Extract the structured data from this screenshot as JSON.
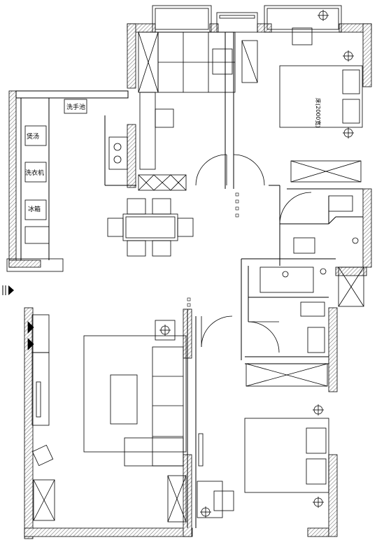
{
  "labels": {
    "dishwasher": "洗手池",
    "cooker": "煲汤",
    "washer": "洗衣机",
    "fridge": "冰箱",
    "bed_note": "床(2000宽)"
  },
  "colors": {
    "line": "#000000",
    "wall_hatch": "#7a7a7a",
    "background": "#ffffff"
  }
}
